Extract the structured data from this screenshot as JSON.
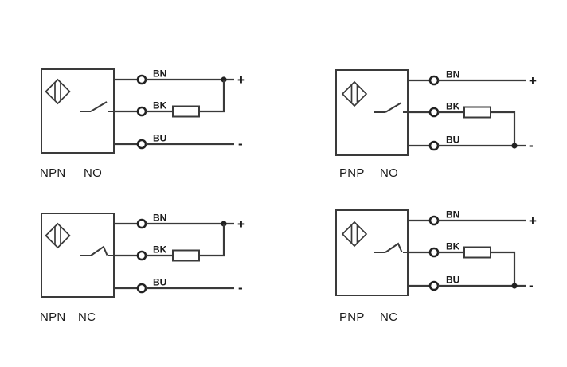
{
  "colors": {
    "background": "#ffffff",
    "line": "#3a3a3a",
    "text": "#1a1a1a"
  },
  "diagrams": [
    {
      "type_label": "NPN",
      "mode_label": "NO",
      "wires": {
        "top": "BN",
        "middle": "BK",
        "bottom": "BU"
      },
      "positive": "+",
      "negative": "-"
    },
    {
      "type_label": "PNP",
      "mode_label": "NO",
      "wires": {
        "top": "BN",
        "middle": "BK",
        "bottom": "BU"
      },
      "positive": "+",
      "negative": "-"
    },
    {
      "type_label": "NPN",
      "mode_label": "NC",
      "wires": {
        "top": "BN",
        "middle": "BK",
        "bottom": "BU"
      },
      "positive": "+",
      "negative": "-"
    },
    {
      "type_label": "PNP",
      "mode_label": "NC",
      "wires": {
        "top": "BN",
        "middle": "BK",
        "bottom": "BU"
      },
      "positive": "+",
      "negative": "-"
    }
  ]
}
